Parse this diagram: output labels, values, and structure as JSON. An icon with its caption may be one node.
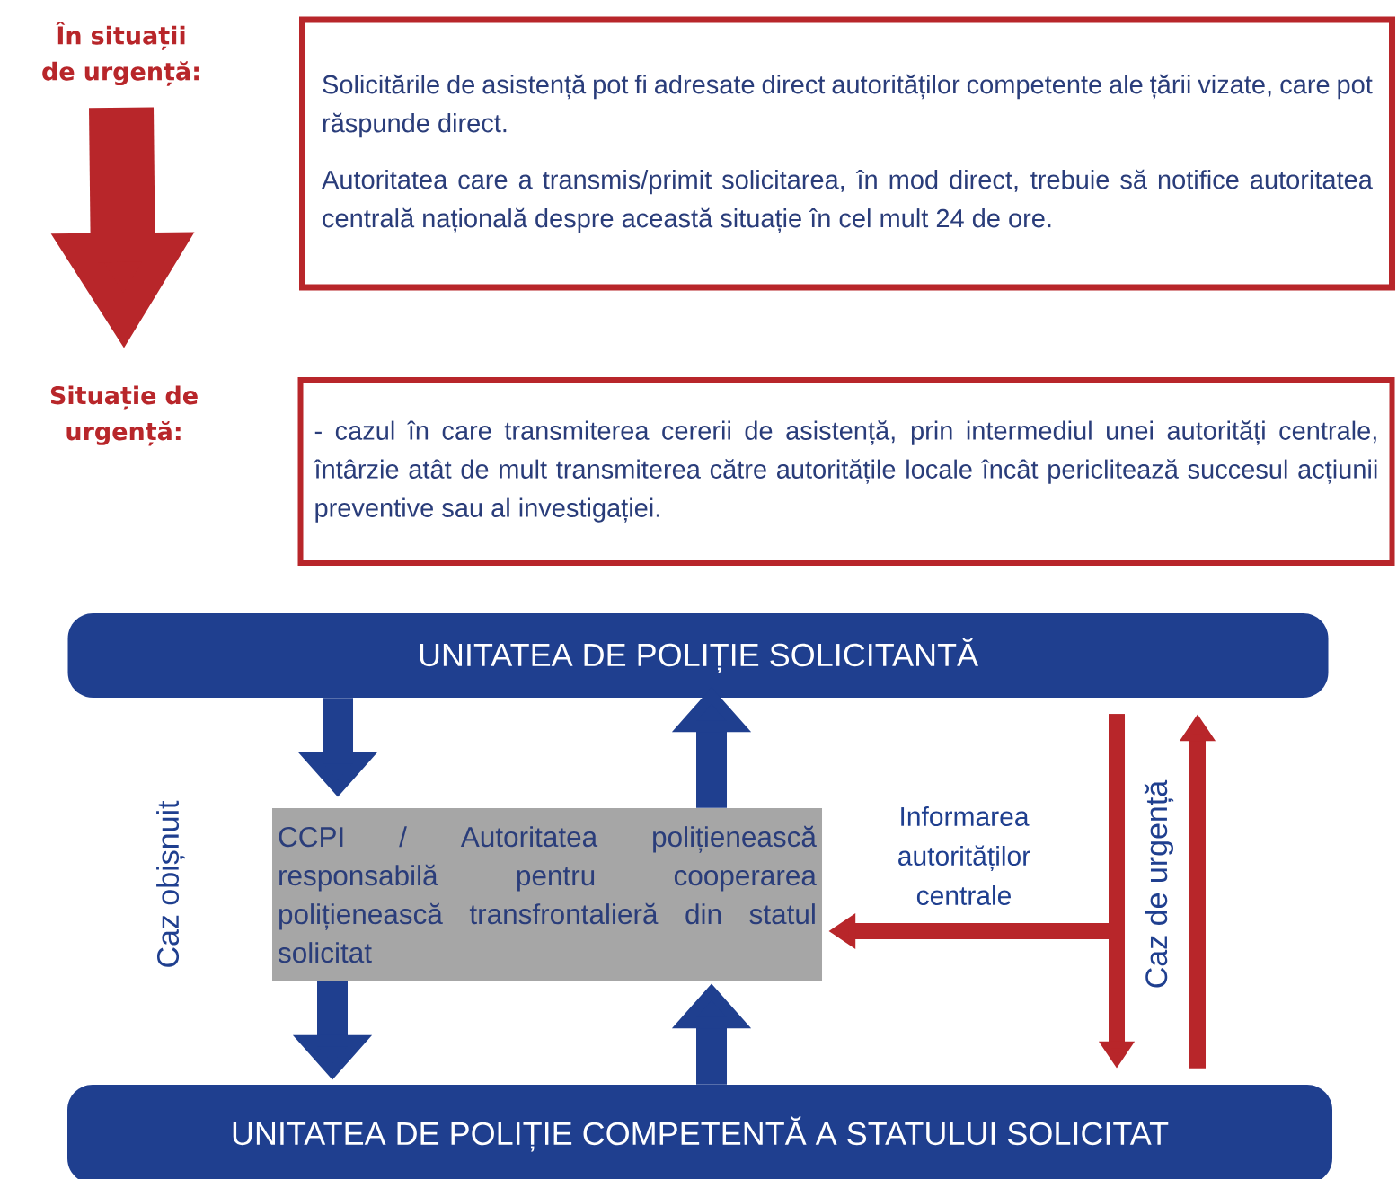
{
  "diagram": {
    "nodes": [
      {
        "text": [
          "În situații de urgență:"
        ]
      },
      {
        "text": [
          "Situație de urgență:"
        ]
      },
      {
        "text": [
          "Solicitările de asistență pot fi adresate direct autorităților competente ale țării vizate, care pot răspunde direct.",
          "Autoritatea care a transmis/primit solicitarea, în mod direct, trebuie să notifice autoritatea centrală națională despre această situație în cel mult 24 de ore."
        ]
      },
      {
        "text": [
          "- cazul în care transmiterea cererii de asistență, prin intermediul unei autorități centrale, întârzie atât de mult transmiterea către autoritățile locale încât periclitează succesul acțiunii preventive sau al investigației."
        ]
      },
      {
        "text": [
          "UNITATEA DE POLIȚIE SOLICITANTĂ"
        ]
      },
      {
        "text": [
          "CCPI / Autoritatea polițienească responsabilă pentru cooperarea polițienească transfrontalieră din statul solicitat"
        ]
      },
      {
        "text": [
          "UNITATEA DE POLIȚIE COMPETENTĂ A STATULUI SOLICITAT"
        ]
      }
    ],
    "edges": [
      {
        "from": 0,
        "to": 1,
        "arrow": "to",
        "color": "#b8262a",
        "style": "thick"
      },
      {
        "from": 4,
        "to": 5,
        "arrow": "to",
        "color": "#1f3f8f"
      },
      {
        "from": 5,
        "to": 4,
        "arrow": "to",
        "color": "#1f3f8f"
      },
      {
        "from": 5,
        "to": 6,
        "arrow": "to",
        "color": "#1f3f8f"
      },
      {
        "from": 6,
        "to": 5,
        "arrow": "to",
        "color": "#1f3f8f"
      },
      {
        "from": 4,
        "to": 6,
        "arrow": "to",
        "color": "#b8262a"
      },
      {
        "from": 4,
        "to": 5,
        "arrow": "to",
        "color": "#b8262a",
        "label": "Informarea autorităților centrale"
      },
      {
        "from": 6,
        "to": 4,
        "arrow": "to",
        "color": "#b8262a"
      }
    ],
    "labels": [
      "Caz obișnuit",
      "Caz de urgență"
    ]
  }
}
